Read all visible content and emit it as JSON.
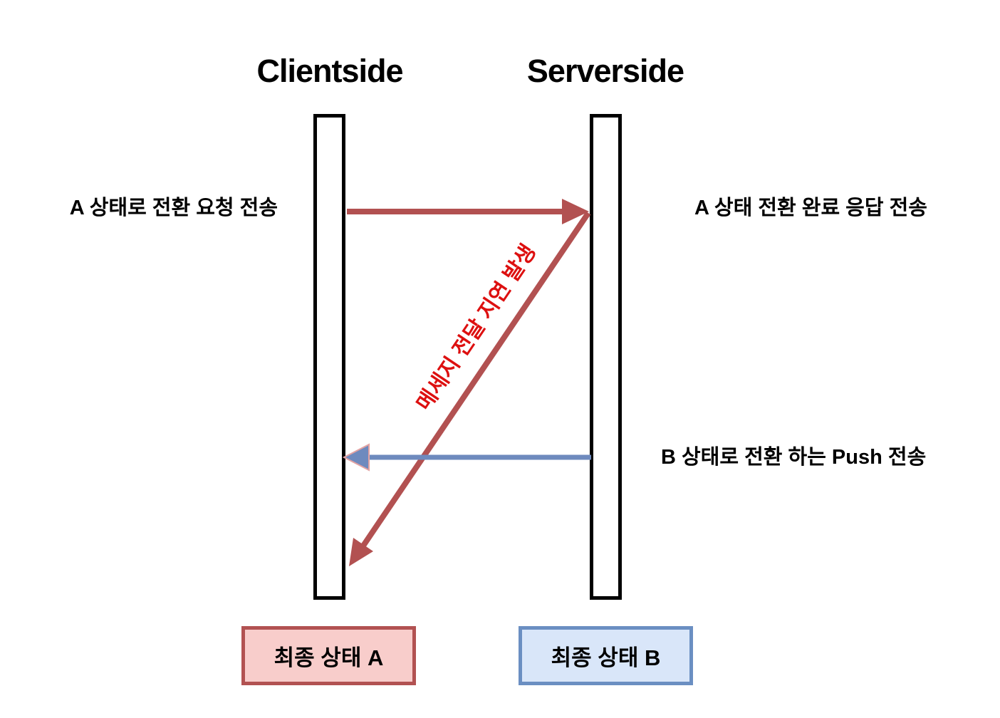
{
  "diagram": {
    "lifelines": [
      {
        "id": "client",
        "label": "Clientside"
      },
      {
        "id": "server",
        "label": "Serverside"
      }
    ],
    "messages": [
      {
        "id": "request",
        "label": "A 상태로 전환 요청 전송",
        "from": "client",
        "to": "server",
        "style": "solid"
      },
      {
        "id": "response",
        "label": "A 상태 전환 완료 응답 전송",
        "from": "server",
        "to": "client",
        "style": "delayed-diagonal"
      },
      {
        "id": "push",
        "label": "B 상태로 전환 하는 Push 전송",
        "from": "server",
        "to": "client",
        "style": "solid"
      }
    ],
    "delay_note": {
      "label": "메세지 전달 지연 발생"
    },
    "final_states": [
      {
        "id": "state-a",
        "label": "최종 상태 A"
      },
      {
        "id": "state-b",
        "label": "최종 상태 B"
      }
    ]
  },
  "colors": {
    "background": "#ffffff",
    "text": "#000000",
    "lifeline_fill": "#ffffff",
    "lifeline_border": "#000000",
    "arrow_red": "#b25151",
    "delay_text_red": "#dd1010",
    "arrow_blue": "#6e8abe",
    "blue_head_stroke": "#e2a3a3",
    "state_a_fill": "#f8cdcb",
    "state_a_border": "#b25252",
    "state_b_fill": "#d9e6f9",
    "state_b_border": "#6b8fc2"
  }
}
